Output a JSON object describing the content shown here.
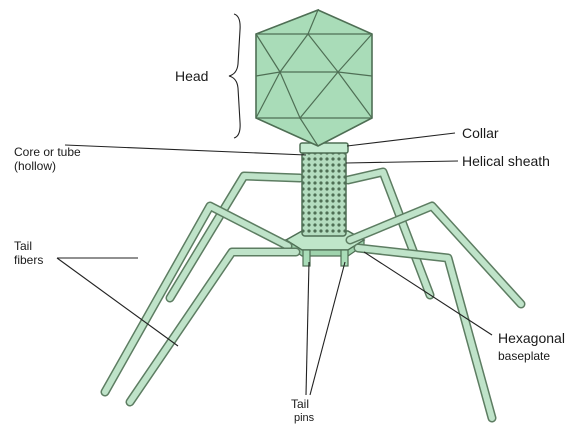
{
  "diagram": {
    "colors": {
      "fill": "#a9dcb8",
      "fill_light": "#c4ead0",
      "outline": "#4f6f55",
      "leader": "#222222",
      "text": "#1a1a1a"
    },
    "labels": {
      "head": "Head",
      "core_line1": "Core or tube",
      "core_line2": "(hollow)",
      "collar": "Collar",
      "helical_sheath": "Helical sheath",
      "tail_fibers_line1": "Tail",
      "tail_fibers_line2": "fibers",
      "tail_pins_line1": "Tail",
      "tail_pins_line2": "pins",
      "baseplate_line1": "Hexagonal",
      "baseplate_line2": "baseplate"
    }
  }
}
